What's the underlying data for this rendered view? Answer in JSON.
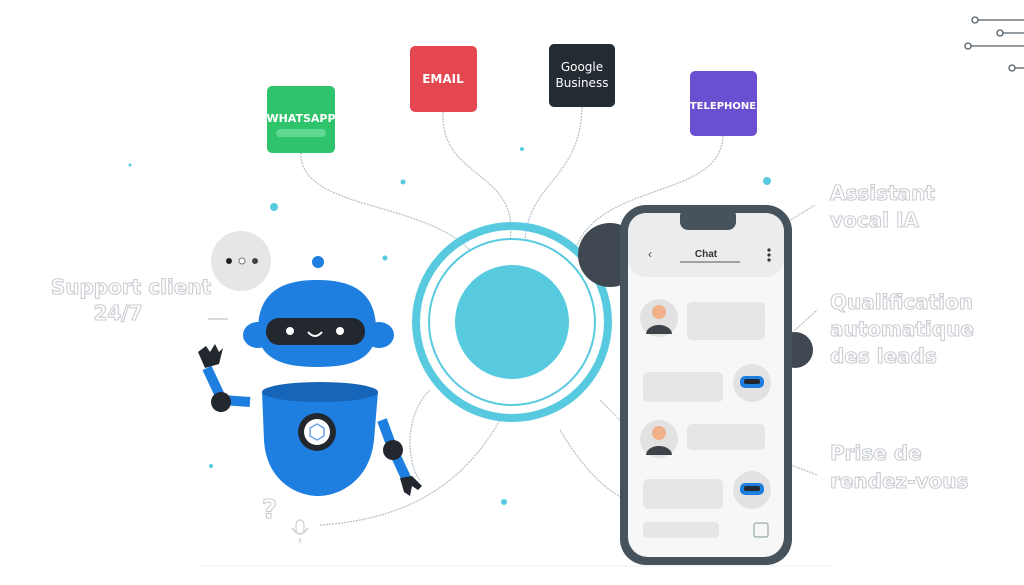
{
  "channels": [
    {
      "label": "WHATSAPP",
      "color": "#2fc46c",
      "icon": "whatsapp-badge"
    },
    {
      "label": "EMAIL",
      "color": "#e4474f",
      "icon": "email-badge"
    },
    {
      "label_line1": "Google",
      "label_line2": "Business",
      "color": "#232b33",
      "icon": "google-business-badge"
    },
    {
      "label": "TELEPHONE",
      "color": "#6a4fd1",
      "icon": "telephone-badge"
    }
  ],
  "features": {
    "support": {
      "line1": "Support client",
      "line2": "24/7"
    },
    "vocal": {
      "line1": "Assistant",
      "line2": "vocal IA"
    },
    "qualification": {
      "line1": "Qualification",
      "line2": "automatique",
      "line3": "des leads"
    },
    "rdv": {
      "line1": "Prise de",
      "line2": "rendez-vous"
    }
  },
  "phone": {
    "title": "Chat",
    "back_icon": "chevron-left-icon",
    "menu_icon": "kebab-menu-icon"
  },
  "colors": {
    "robot": "#1f7fe0",
    "hub": "#57cadf",
    "phone_frame": "#46525c"
  }
}
